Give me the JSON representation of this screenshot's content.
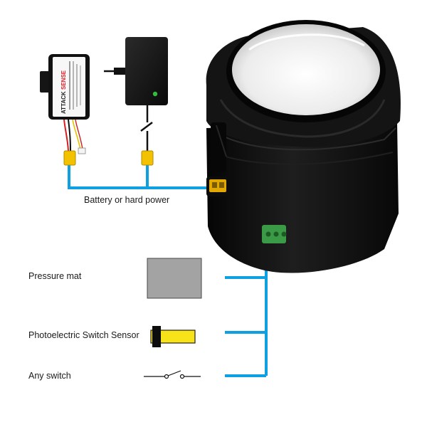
{
  "labels": {
    "power": "Battery or hard power",
    "pressure_mat": "Pressure mat",
    "photoelectric": "Photoelectric Switch Sensor",
    "any_switch": "Any switch"
  },
  "battery": {
    "brand_prefix": "ATTACK",
    "brand_suffix": "SENSE"
  },
  "colors": {
    "wire_blue": "#0ea0e0",
    "connector_yellow": "#f2c200",
    "device_black": "#121212",
    "pressure_mat_gray": "#a3a3a3",
    "sensor_yellow": "#f7e318",
    "led_green": "#2fbf3a",
    "terminal_green": "#3a9a45"
  }
}
